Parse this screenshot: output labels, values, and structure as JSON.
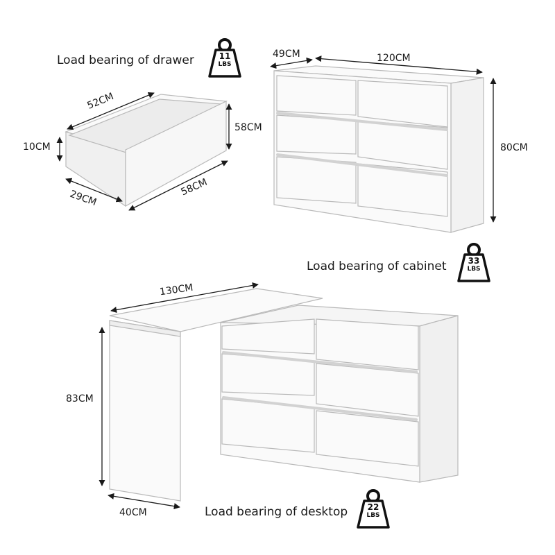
{
  "drawer": {
    "caption": "Load bearing of drawer",
    "weight_value": "11",
    "weight_unit": "LBS",
    "dim_top": "52CM",
    "dim_height": "10CM",
    "dim_front_height": "58CM",
    "dim_depth": "29CM",
    "dim_front_width": "58CM"
  },
  "cabinet": {
    "caption": "Load bearing of cabinet",
    "weight_value": "33",
    "weight_unit": "LBS",
    "dim_depth": "49CM",
    "dim_width": "120CM",
    "dim_height": "80CM"
  },
  "desktop": {
    "caption": "Load bearing of desktop",
    "weight_value": "22",
    "weight_unit": "LBS",
    "dim_length": "130CM",
    "dim_height": "83CM",
    "dim_depth": "40CM"
  },
  "colors": {
    "line": "#1a1a1a",
    "furniture_edge": "#b9b9b9",
    "furniture_face": "#fafafa",
    "handle": "#d2d2d2",
    "weight_icon": "#111111"
  },
  "icons": [
    "kettlebell-weight-icon"
  ]
}
